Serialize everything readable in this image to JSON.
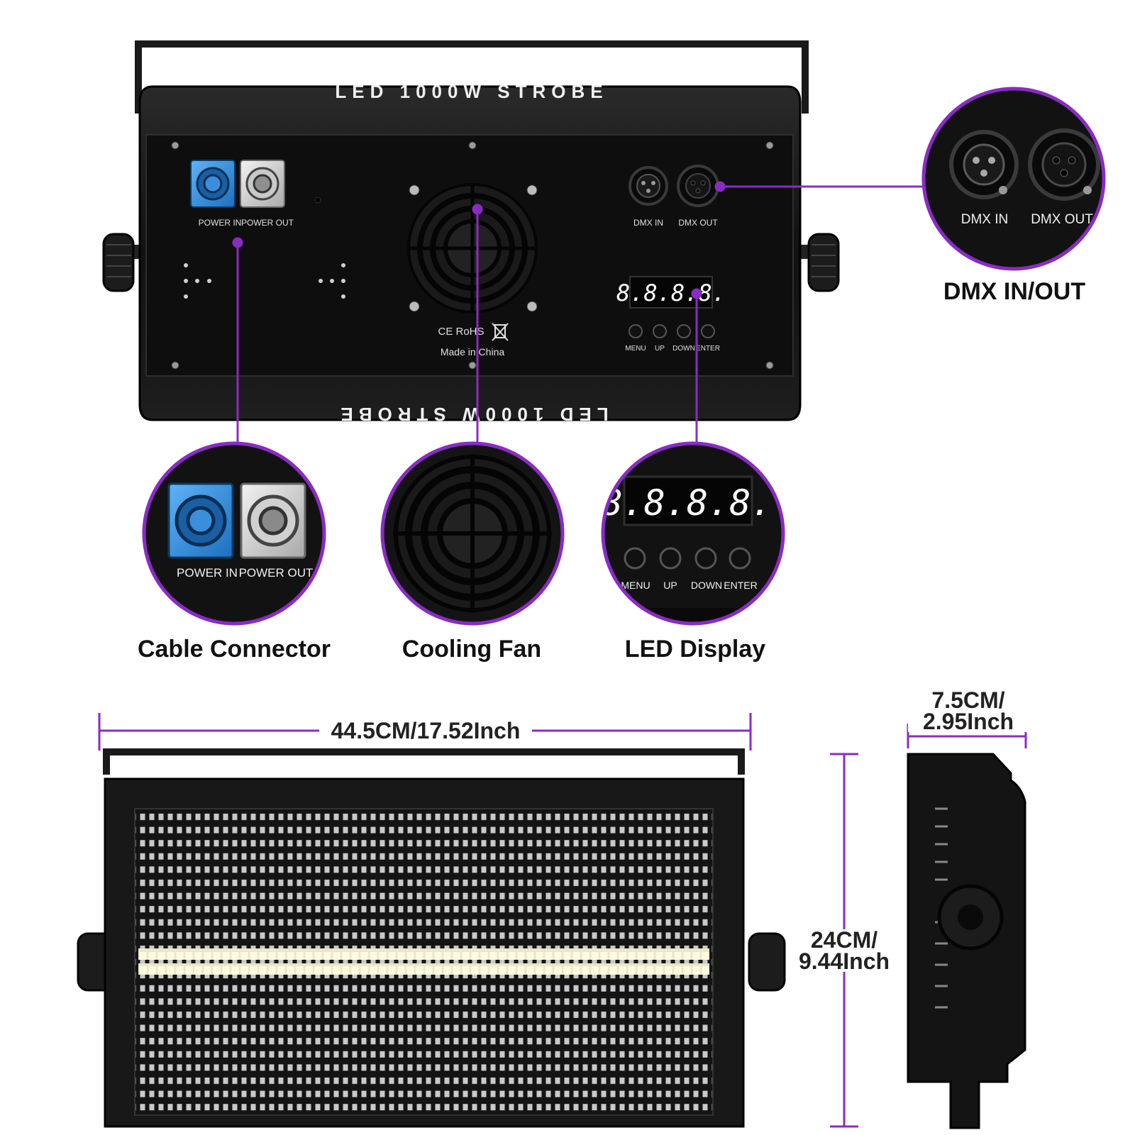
{
  "product": {
    "title_top": "LED 1000W  STROBE",
    "title_bottom": "LED 1000W  STROBE",
    "cert": "CE RoHS",
    "origin": "Made in China",
    "display_value": "8.8.8.8."
  },
  "panel_labels": {
    "power_in": "POWER IN",
    "power_out": "POWER OUT",
    "dmx_in": "DMX IN",
    "dmx_out": "DMX OUT",
    "menu": "MENU",
    "up": "UP",
    "down": "DOWN",
    "enter": "ENTER"
  },
  "callouts": {
    "dmx": {
      "caption": "DMX IN/OUT",
      "in": "DMX IN",
      "out": "DMX OUT"
    },
    "cable": {
      "caption": "Cable Connector",
      "in": "POWER IN",
      "out": "POWER OUT"
    },
    "fan": {
      "caption": "Cooling Fan"
    },
    "display": {
      "caption": "LED Display",
      "menu": "MENU",
      "up": "UP",
      "down": "DOWN",
      "enter": "ENTER"
    }
  },
  "dimensions": {
    "width": "44.5CM/17.52Inch",
    "height_line1": "24CM/",
    "height_line2": "9.44Inch",
    "depth_line1": "7.5CM/",
    "depth_line2": "2.95Inch"
  },
  "colors": {
    "accent": "#8a2bc4",
    "body": "#161616",
    "power_in": "#2f8fe0",
    "power_out": "#d9d9d9",
    "led_display": "#ffffff"
  }
}
